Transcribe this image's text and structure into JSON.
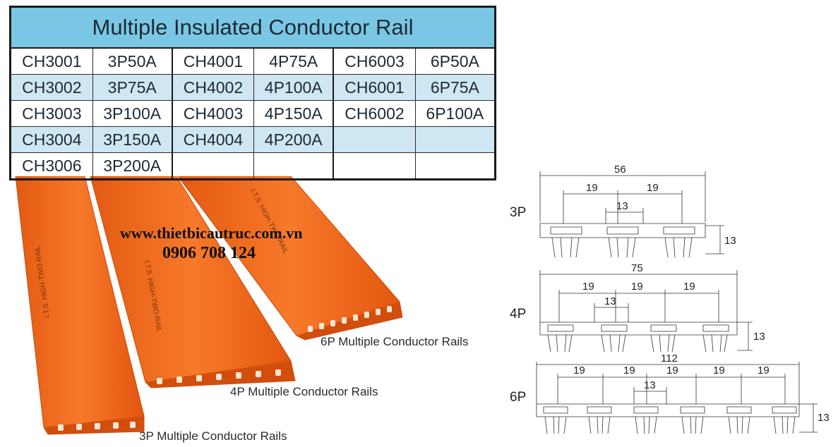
{
  "table": {
    "title": "Multiple Insulated Conductor Rail",
    "rows": [
      [
        "CH3001",
        "3P50A",
        "CH4001",
        "4P75A",
        "CH6003",
        "6P50A"
      ],
      [
        "CH3002",
        "3P75A",
        "CH4002",
        "4P100A",
        "CH6001",
        "6P75A"
      ],
      [
        "CH3003",
        "3P100A",
        "CH4003",
        "4P150A",
        "CH6002",
        "6P100A"
      ],
      [
        "CH3004",
        "3P150A",
        "CH4004",
        "4P200A",
        "",
        ""
      ],
      [
        "CH3006",
        "3P200A",
        "",
        "",
        "",
        ""
      ]
    ]
  },
  "watermark": {
    "url": "www.thietbicautruc.com.vn",
    "phone": "0906 708 124"
  },
  "photo": {
    "rail_color": "#f26b1d",
    "captions": {
      "six_pole": "6P Multiple Conductor Rails",
      "four_pole": "4P Multiple Conductor Rails",
      "three_pole": "3P Multiple Conductor Rails"
    },
    "rail_print": {
      "three_pole": "I.T.S. HIGH-TWO-RAIL",
      "four_pole": "I.T.S. HIGH-TWO-RAIL",
      "six_pole": "I.T.S. HIGH-TWO-RAIL"
    }
  },
  "diagram": {
    "three_pole": {
      "label": "3P",
      "overall": "56",
      "pitch": [
        "19",
        "19"
      ],
      "slot": "13",
      "height": "13"
    },
    "four_pole": {
      "label": "4P",
      "overall": "75",
      "pitch": [
        "19",
        "19",
        "19"
      ],
      "slot": "13",
      "height": "13"
    },
    "six_pole": {
      "label": "6P",
      "overall": "112",
      "pitch": [
        "19",
        "19",
        "19",
        "19",
        "19"
      ],
      "slot": "13",
      "height": "13"
    }
  }
}
